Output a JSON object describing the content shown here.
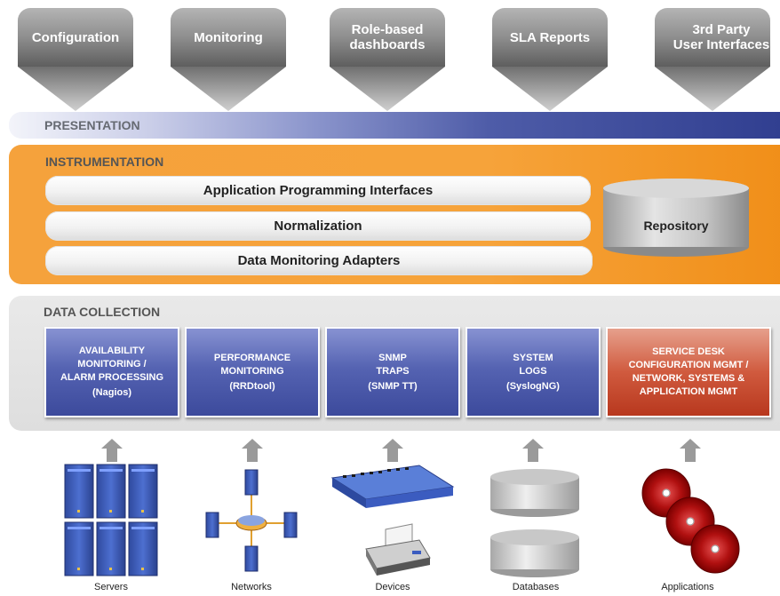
{
  "funnels": [
    {
      "label": "Configuration"
    },
    {
      "label": "Monitoring"
    },
    {
      "label": "Role-based\ndashboards"
    },
    {
      "label": "SLA Reports"
    },
    {
      "label": "3rd Party\nUser Interfaces"
    }
  ],
  "layers": {
    "presentation": {
      "label": "PRESENTATION"
    },
    "instrumentation": {
      "label": "INSTRUMENTATION",
      "api": "Application Programming Interfaces",
      "normalization": "Normalization",
      "adapters": "Data Monitoring Adapters",
      "repository": "Repository"
    },
    "data_collection": {
      "label": "DATA COLLECTION",
      "boxes": [
        {
          "title": "AVAILABILITY\nMONITORING /\nALARM PROCESSING",
          "sub": "(Nagios)"
        },
        {
          "title": "PERFORMANCE\nMONITORING",
          "sub": "(RRDtool)"
        },
        {
          "title": "SNMP\nTRAPS",
          "sub": "(SNMP TT)"
        },
        {
          "title": "SYSTEM\nLOGS",
          "sub": "(SyslogNG)"
        },
        {
          "title": "SERVICE DESK\nCONFIGURATION MGMT /\nNETWORK, SYSTEMS &\nAPPLICATION MGMT",
          "sub": ""
        }
      ]
    }
  },
  "sources": [
    {
      "label": "Servers",
      "icon": "servers-icon"
    },
    {
      "label": "Networks",
      "icon": "network-icon"
    },
    {
      "label": "Devices",
      "icon": "devices-icon"
    },
    {
      "label": "Databases",
      "icon": "database-icon"
    },
    {
      "label": "Applications",
      "icon": "applications-icon"
    }
  ],
  "colors": {
    "funnel": "#8f8f8f",
    "presentation_accent": "#2e3c8e",
    "instrumentation": "#f5a23c",
    "collection_box": "#4a58a8",
    "service_desk_box": "#c4472b"
  }
}
